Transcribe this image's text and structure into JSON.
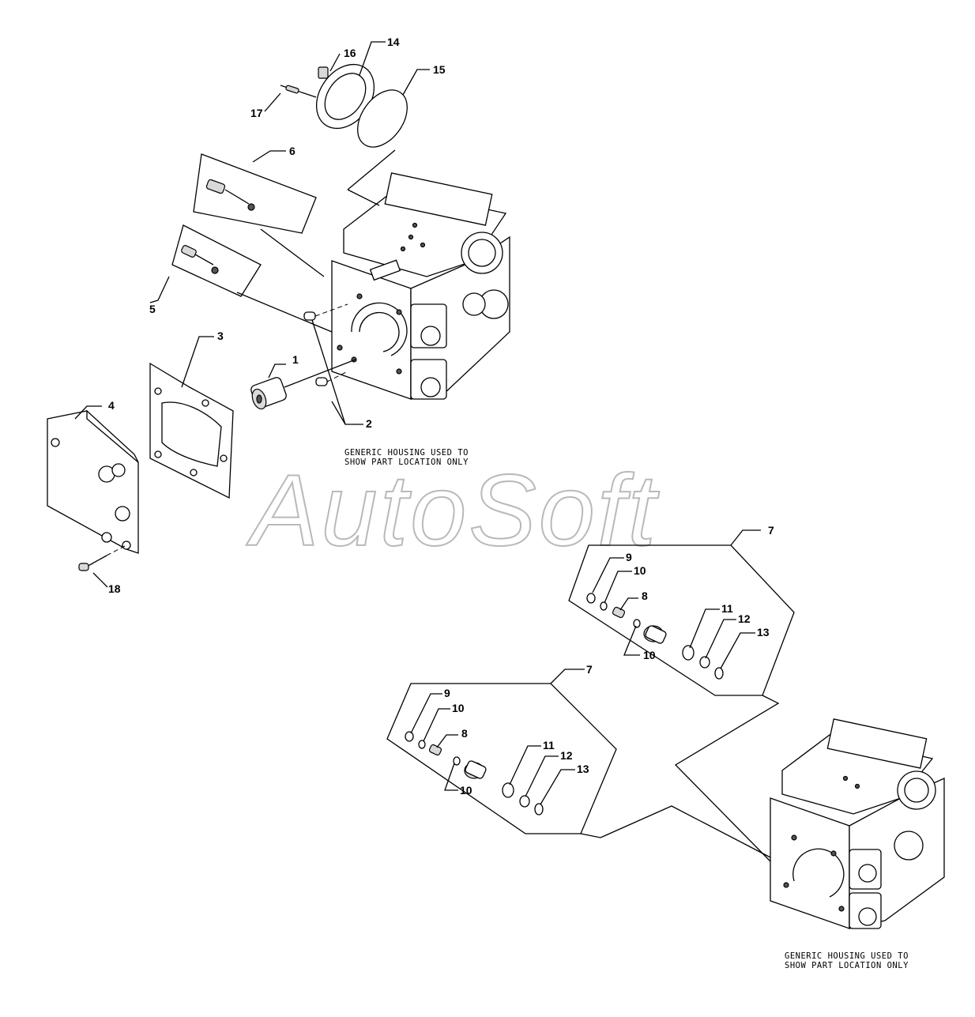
{
  "watermark": "AutoSoft",
  "notes": [
    {
      "line1": "GENERIC HOUSING USED TO",
      "line2": "SHOW PART LOCATION ONLY"
    },
    {
      "line1": "GENERIC HOUSING USED TO",
      "line2": "SHOW PART LOCATION ONLY"
    }
  ],
  "callouts": {
    "c1": "1",
    "c2": "2",
    "c3": "3",
    "c4": "4",
    "c5": "5",
    "c6": "6",
    "c14": "14",
    "c15": "15",
    "c16": "16",
    "c17": "17",
    "c18": "18",
    "a7": "7",
    "a8": "8",
    "a9": "9",
    "a10": "10",
    "a10b": "10",
    "a11": "11",
    "a12": "12",
    "a13": "13",
    "b7": "7",
    "b8": "8",
    "b9": "9",
    "b10": "10",
    "b10b": "10",
    "b11": "11",
    "b12": "12",
    "b13": "13"
  }
}
